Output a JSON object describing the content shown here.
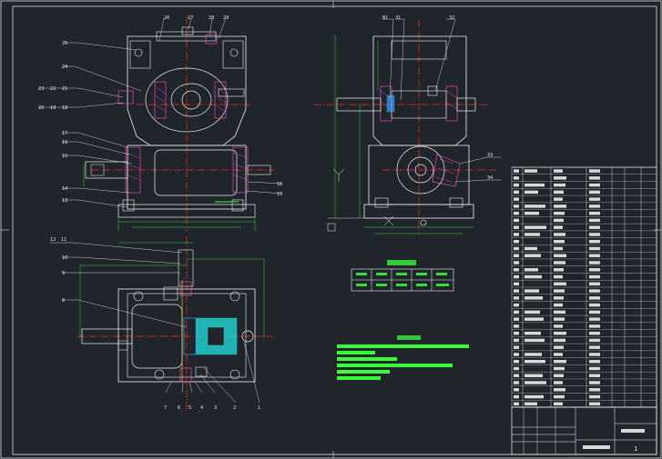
{
  "part_labels_front": [
    "25",
    "24",
    "23",
    "22",
    "21",
    "20",
    "19",
    "18",
    "17",
    "16",
    "15",
    "14",
    "13",
    "26",
    "27",
    "28",
    "29"
  ],
  "part_labels_side": [
    "30",
    "31",
    "32",
    "33",
    "34"
  ],
  "part_labels_top": [
    "12",
    "11",
    "10",
    "9",
    "8",
    "7",
    "6",
    "5",
    "4",
    "3",
    "2",
    "1"
  ],
  "sheet_number": "1",
  "colors": {
    "background": "#20252b",
    "line": "#f0f0f0",
    "center": "#ff2a2a",
    "dimension": "#3cff3c",
    "hatch": "#ff4fd8",
    "cyan": "#23d6d6",
    "blue": "#3aa0ff",
    "yellow": "#ffd21f"
  }
}
